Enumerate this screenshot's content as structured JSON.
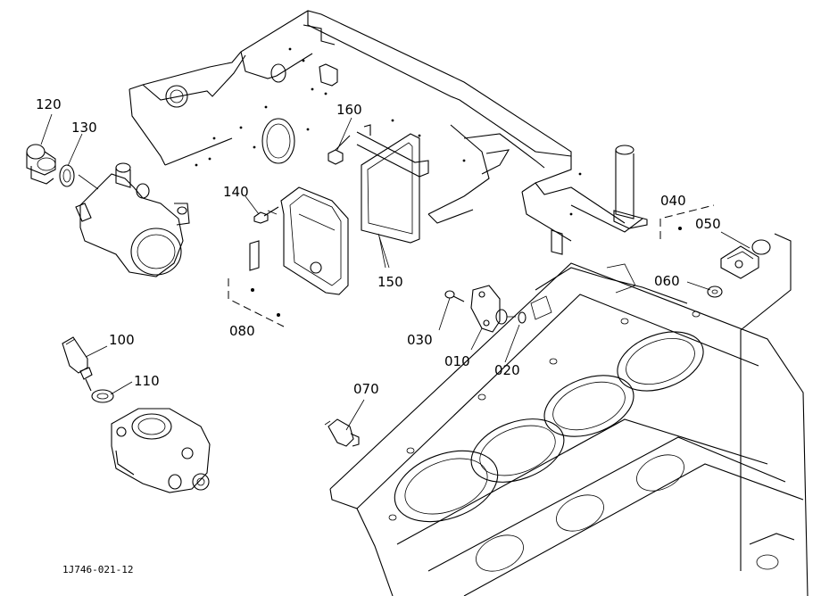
{
  "diagram": {
    "callouts": {
      "p010": "010",
      "p020": "020",
      "p030": "030",
      "p040": "040",
      "p050": "050",
      "p060": "060",
      "p070": "070",
      "p080": "080",
      "p100": "100",
      "p110": "110",
      "p120": "120",
      "p130": "130",
      "p140": "140",
      "p150": "150",
      "p160": "160"
    },
    "drawing_number": "1J746-021-12"
  }
}
